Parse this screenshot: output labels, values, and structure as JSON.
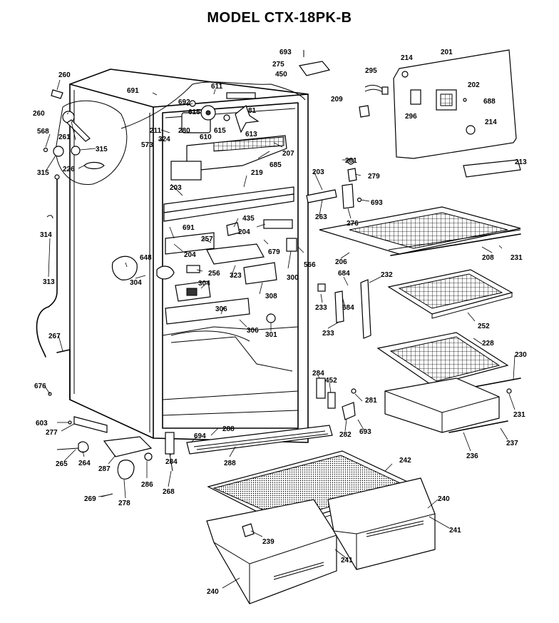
{
  "title": "MODEL CTX-18PK-B",
  "callouts": {
    "c693a": "693",
    "c275": "275",
    "c450": "450",
    "c295": "295",
    "c214a": "214",
    "c201": "201",
    "c202": "202",
    "c209": "209",
    "c688": "688",
    "c296": "296",
    "c214b": "214",
    "c213": "213",
    "c260a": "260",
    "c691a": "691",
    "c692": "692",
    "c611": "611",
    "c260b": "260",
    "c615a": "615",
    "c81": "81",
    "c568": "568",
    "c211": "211",
    "c280": "280",
    "c615b": "615",
    "c610": "610",
    "c613": "613",
    "c573": "573",
    "c324": "324",
    "c261": "261",
    "c315a": "315",
    "c315b": "315",
    "c226": "226",
    "c207": "207",
    "c685": "685",
    "c281a": "281",
    "c279": "279",
    "c203a": "203",
    "c219": "219",
    "c693b": "693",
    "c203b": "203",
    "c263": "263",
    "c276": "276",
    "c435": "435",
    "c204a": "204",
    "c314": "314",
    "c691b": "691",
    "c257": "257",
    "c679": "679",
    "c566": "566",
    "c206": "206",
    "c208": "208",
    "c231a": "231",
    "c648": "648",
    "c204b": "204",
    "c300": "300",
    "c256": "256",
    "c323": "323",
    "c684a": "684",
    "c232": "232",
    "c313": "313",
    "c304a": "304",
    "c304b": "304",
    "c308": "308",
    "c233a": "233",
    "c684b": "684",
    "c306a": "306",
    "c306b": "306",
    "c301": "301",
    "c233b": "233",
    "c252": "252",
    "c267": "267",
    "c228": "228",
    "c230": "230",
    "c284a": "284",
    "c452": "452",
    "c281b": "281",
    "c676": "676",
    "c231b": "231",
    "c603": "603",
    "c277": "277",
    "c288a": "288",
    "c694": "694",
    "c282": "282",
    "c693c": "693",
    "c236": "236",
    "c237": "237",
    "c265": "265",
    "c264": "264",
    "c287": "287",
    "c284b": "284",
    "c288b": "288",
    "c242": "242",
    "c286": "286",
    "c268": "268",
    "c269": "269",
    "c278": "278",
    "c240a": "240",
    "c239": "239",
    "c241a": "241",
    "c241b": "241",
    "c240b": "240"
  }
}
